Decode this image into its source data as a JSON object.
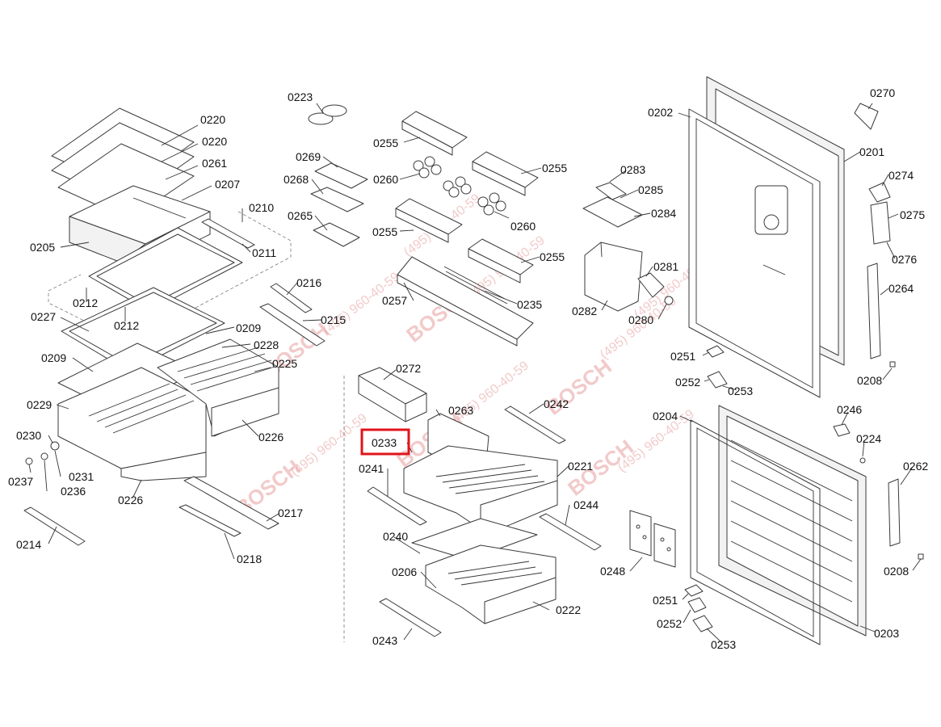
{
  "diagram": {
    "highlighted_part": "0233",
    "watermark": {
      "brand": "BOSCH",
      "phone": "(495) 960-40-59"
    },
    "labels": {
      "l0220a": "0220",
      "l0220b": "0220",
      "l0261": "0261",
      "l0207": "0207",
      "l0210": "0210",
      "l0205": "0205",
      "l0211": "0211",
      "l0212a": "0212",
      "l0212b": "0212",
      "l0227": "0227",
      "l0209a": "0209",
      "l0228": "0228",
      "l0209b": "0209",
      "l0225": "0225",
      "l0229": "0229",
      "l0226a": "0226",
      "l0230": "0230",
      "l0237": "0237",
      "l0231": "0231",
      "l0236": "0236",
      "l0226b": "0226",
      "l0214": "0214",
      "l0217": "0217",
      "l0218": "0218",
      "l0223": "0223",
      "l0269": "0269",
      "l0268": "0268",
      "l0265": "0265",
      "l0216": "0216",
      "l0215": "0215",
      "l0255a": "0255",
      "l0260a": "0260",
      "l0255b": "0255",
      "l0255c": "0255",
      "l0260b": "0260",
      "l0255d": "0255",
      "l0257": "0257",
      "l0235": "0235",
      "l0272": "0272",
      "l0263": "0263",
      "l0233": "0233",
      "l0241": "0241",
      "l0242": "0242",
      "l0221": "0221",
      "l0244": "0244",
      "l0240": "0240",
      "l0206": "0206",
      "l0222": "0222",
      "l0243": "0243",
      "l0283": "0283",
      "l0285": "0285",
      "l0284": "0284",
      "l0281": "0281",
      "l0282": "0282",
      "l0280": "0280",
      "l0202": "0202",
      "l0270": "0270",
      "l0201": "0201",
      "l0274": "0274",
      "l0275": "0275",
      "l0276": "0276",
      "l0264": "0264",
      "l0251a": "0251",
      "l0252a": "0252",
      "l0253a": "0253",
      "l0208a": "0208",
      "l0204": "0204",
      "l0246": "0246",
      "l0224": "0224",
      "l0262": "0262",
      "l0248": "0248",
      "l0208b": "0208",
      "l0251b": "0251",
      "l0252b": "0252",
      "l0253b": "0253",
      "l0203": "0203"
    }
  }
}
